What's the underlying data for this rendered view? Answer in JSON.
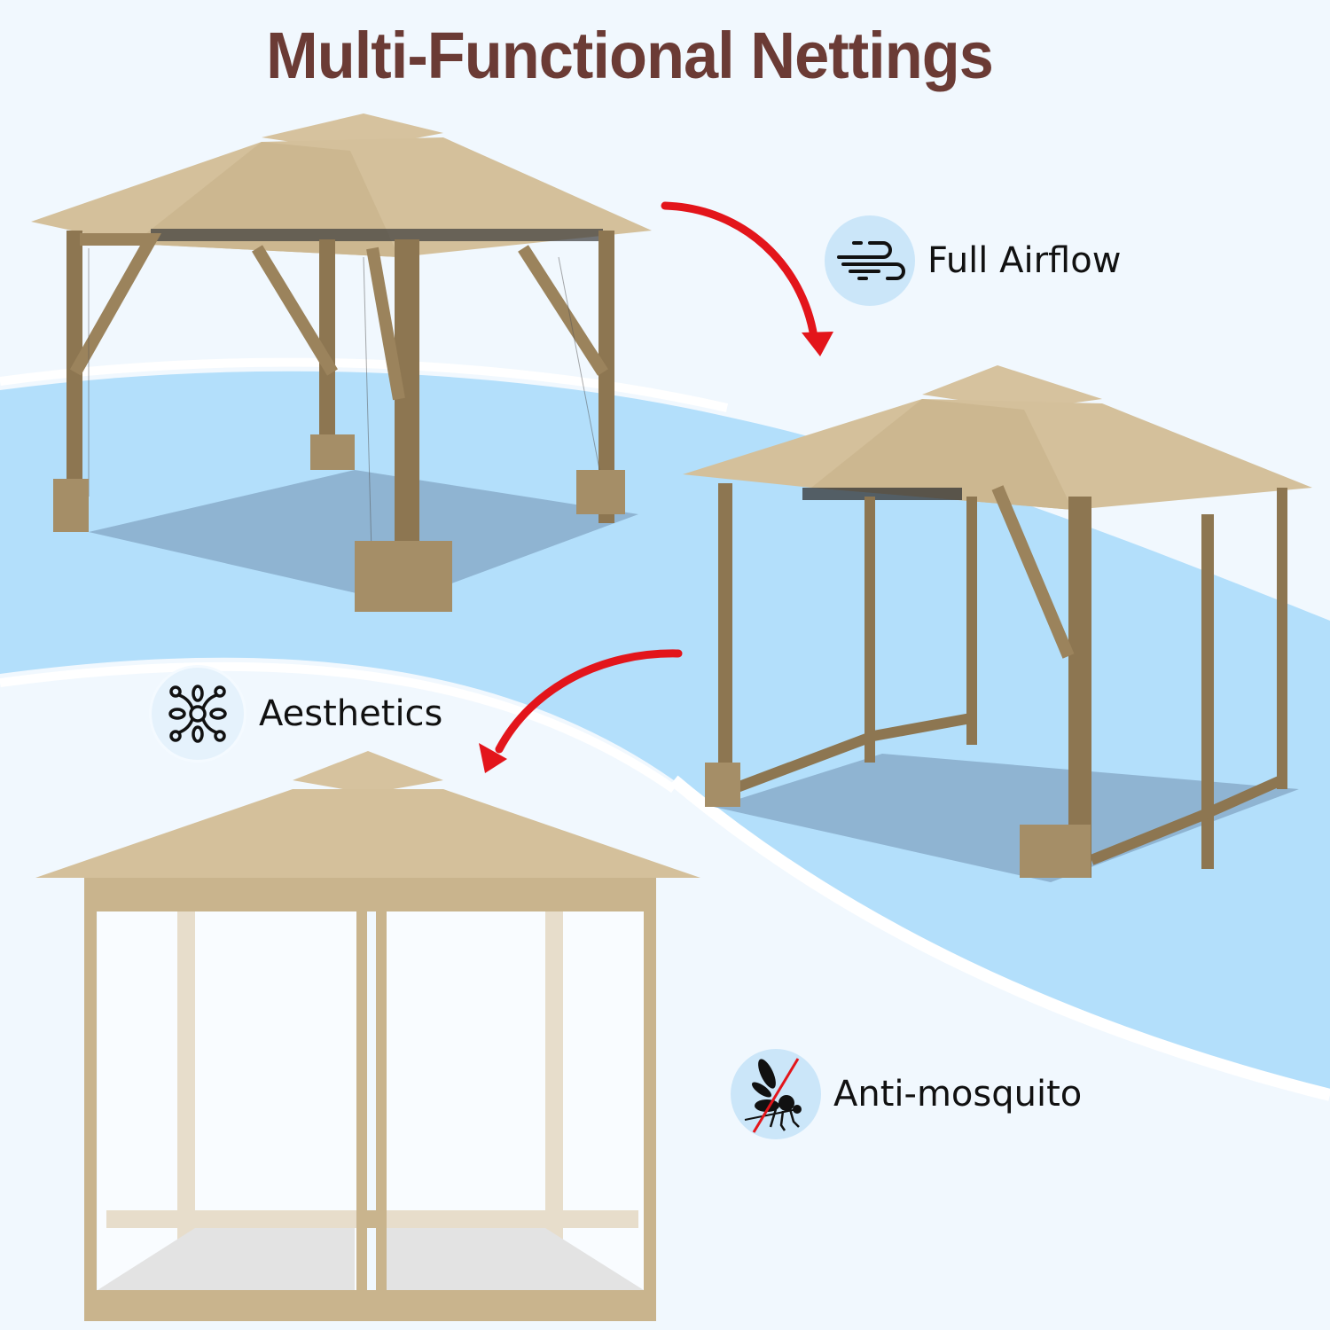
{
  "title": "Multi-Functional Nettings",
  "features": [
    {
      "label": "Full Airflow",
      "icon": "wind-icon"
    },
    {
      "label": "Aesthetics",
      "icon": "decorative-pattern-icon"
    },
    {
      "label": "Anti-mosquito",
      "icon": "no-mosquito-icon"
    }
  ],
  "colors": {
    "title": "#6b3b35",
    "background": "#f1f8fe",
    "band_blue": "#b3dffb",
    "canopy": "#d4c09b",
    "fabric_dark": "#8d7651",
    "arrow": "#e3151b",
    "badge": "#cbe6f9"
  },
  "images": [
    {
      "name": "gazebo-nettings-tied-open"
    },
    {
      "name": "gazebo-nettings-partly-open"
    },
    {
      "name": "gazebo-nettings-closed"
    }
  ]
}
